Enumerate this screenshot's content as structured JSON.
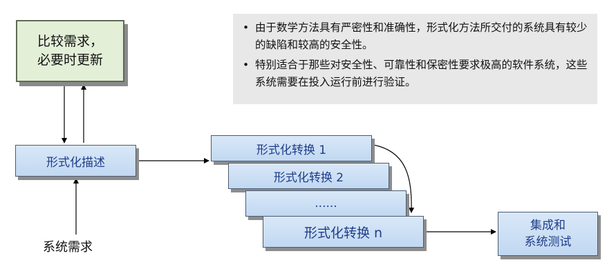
{
  "compare_box": {
    "line1": "比较需求，",
    "line2": "必要时更新"
  },
  "formal_description": "形式化描述",
  "transformations": [
    "形式化转换 1",
    "形式化转换 2",
    "......",
    "形式化转换 n"
  ],
  "integration": {
    "line1": "集成和",
    "line2": "系统测试"
  },
  "system_requirements": "系统需求",
  "notes": [
    "由于数学方法具有严密性和准确性，形式化方法所交付的系统具有较少的缺陷和较高的安全性。",
    "特别适合于那些对安全性、可靠性和保密性要求极高的软件系统，这些系统需要在投入运行前进行验证。"
  ]
}
